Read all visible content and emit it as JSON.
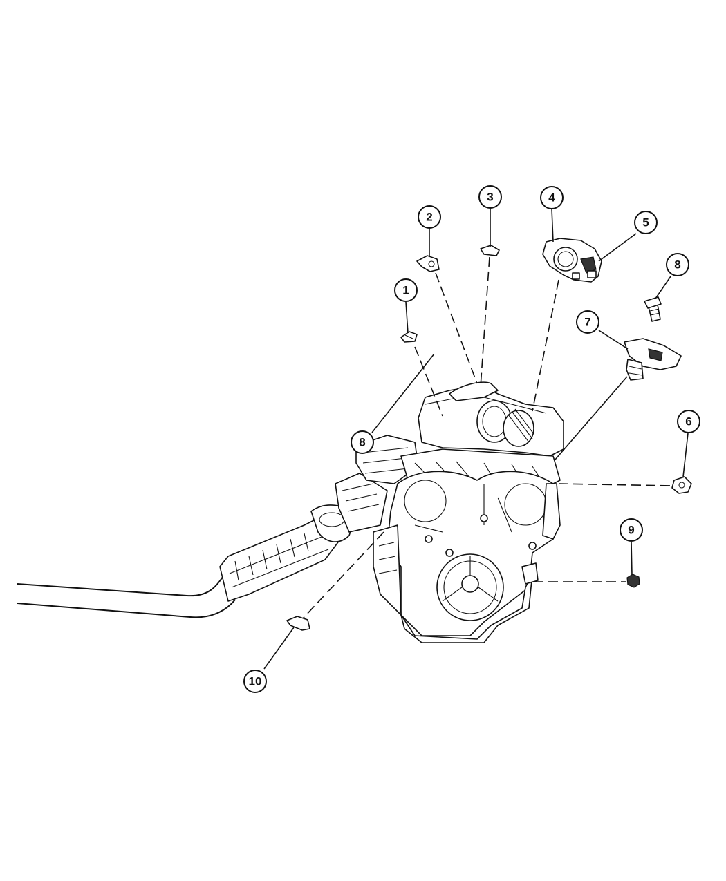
{
  "callouts": [
    {
      "id": "c1",
      "label": "1"
    },
    {
      "id": "c2",
      "label": "2"
    },
    {
      "id": "c3",
      "label": "3"
    },
    {
      "id": "c4",
      "label": "4"
    },
    {
      "id": "c5",
      "label": "5"
    },
    {
      "id": "c6",
      "label": "6"
    },
    {
      "id": "c7",
      "label": "7"
    },
    {
      "id": "c8a",
      "label": "8"
    },
    {
      "id": "c8b",
      "label": "8"
    },
    {
      "id": "c9",
      "label": "9"
    },
    {
      "id": "c10",
      "label": "10"
    }
  ]
}
